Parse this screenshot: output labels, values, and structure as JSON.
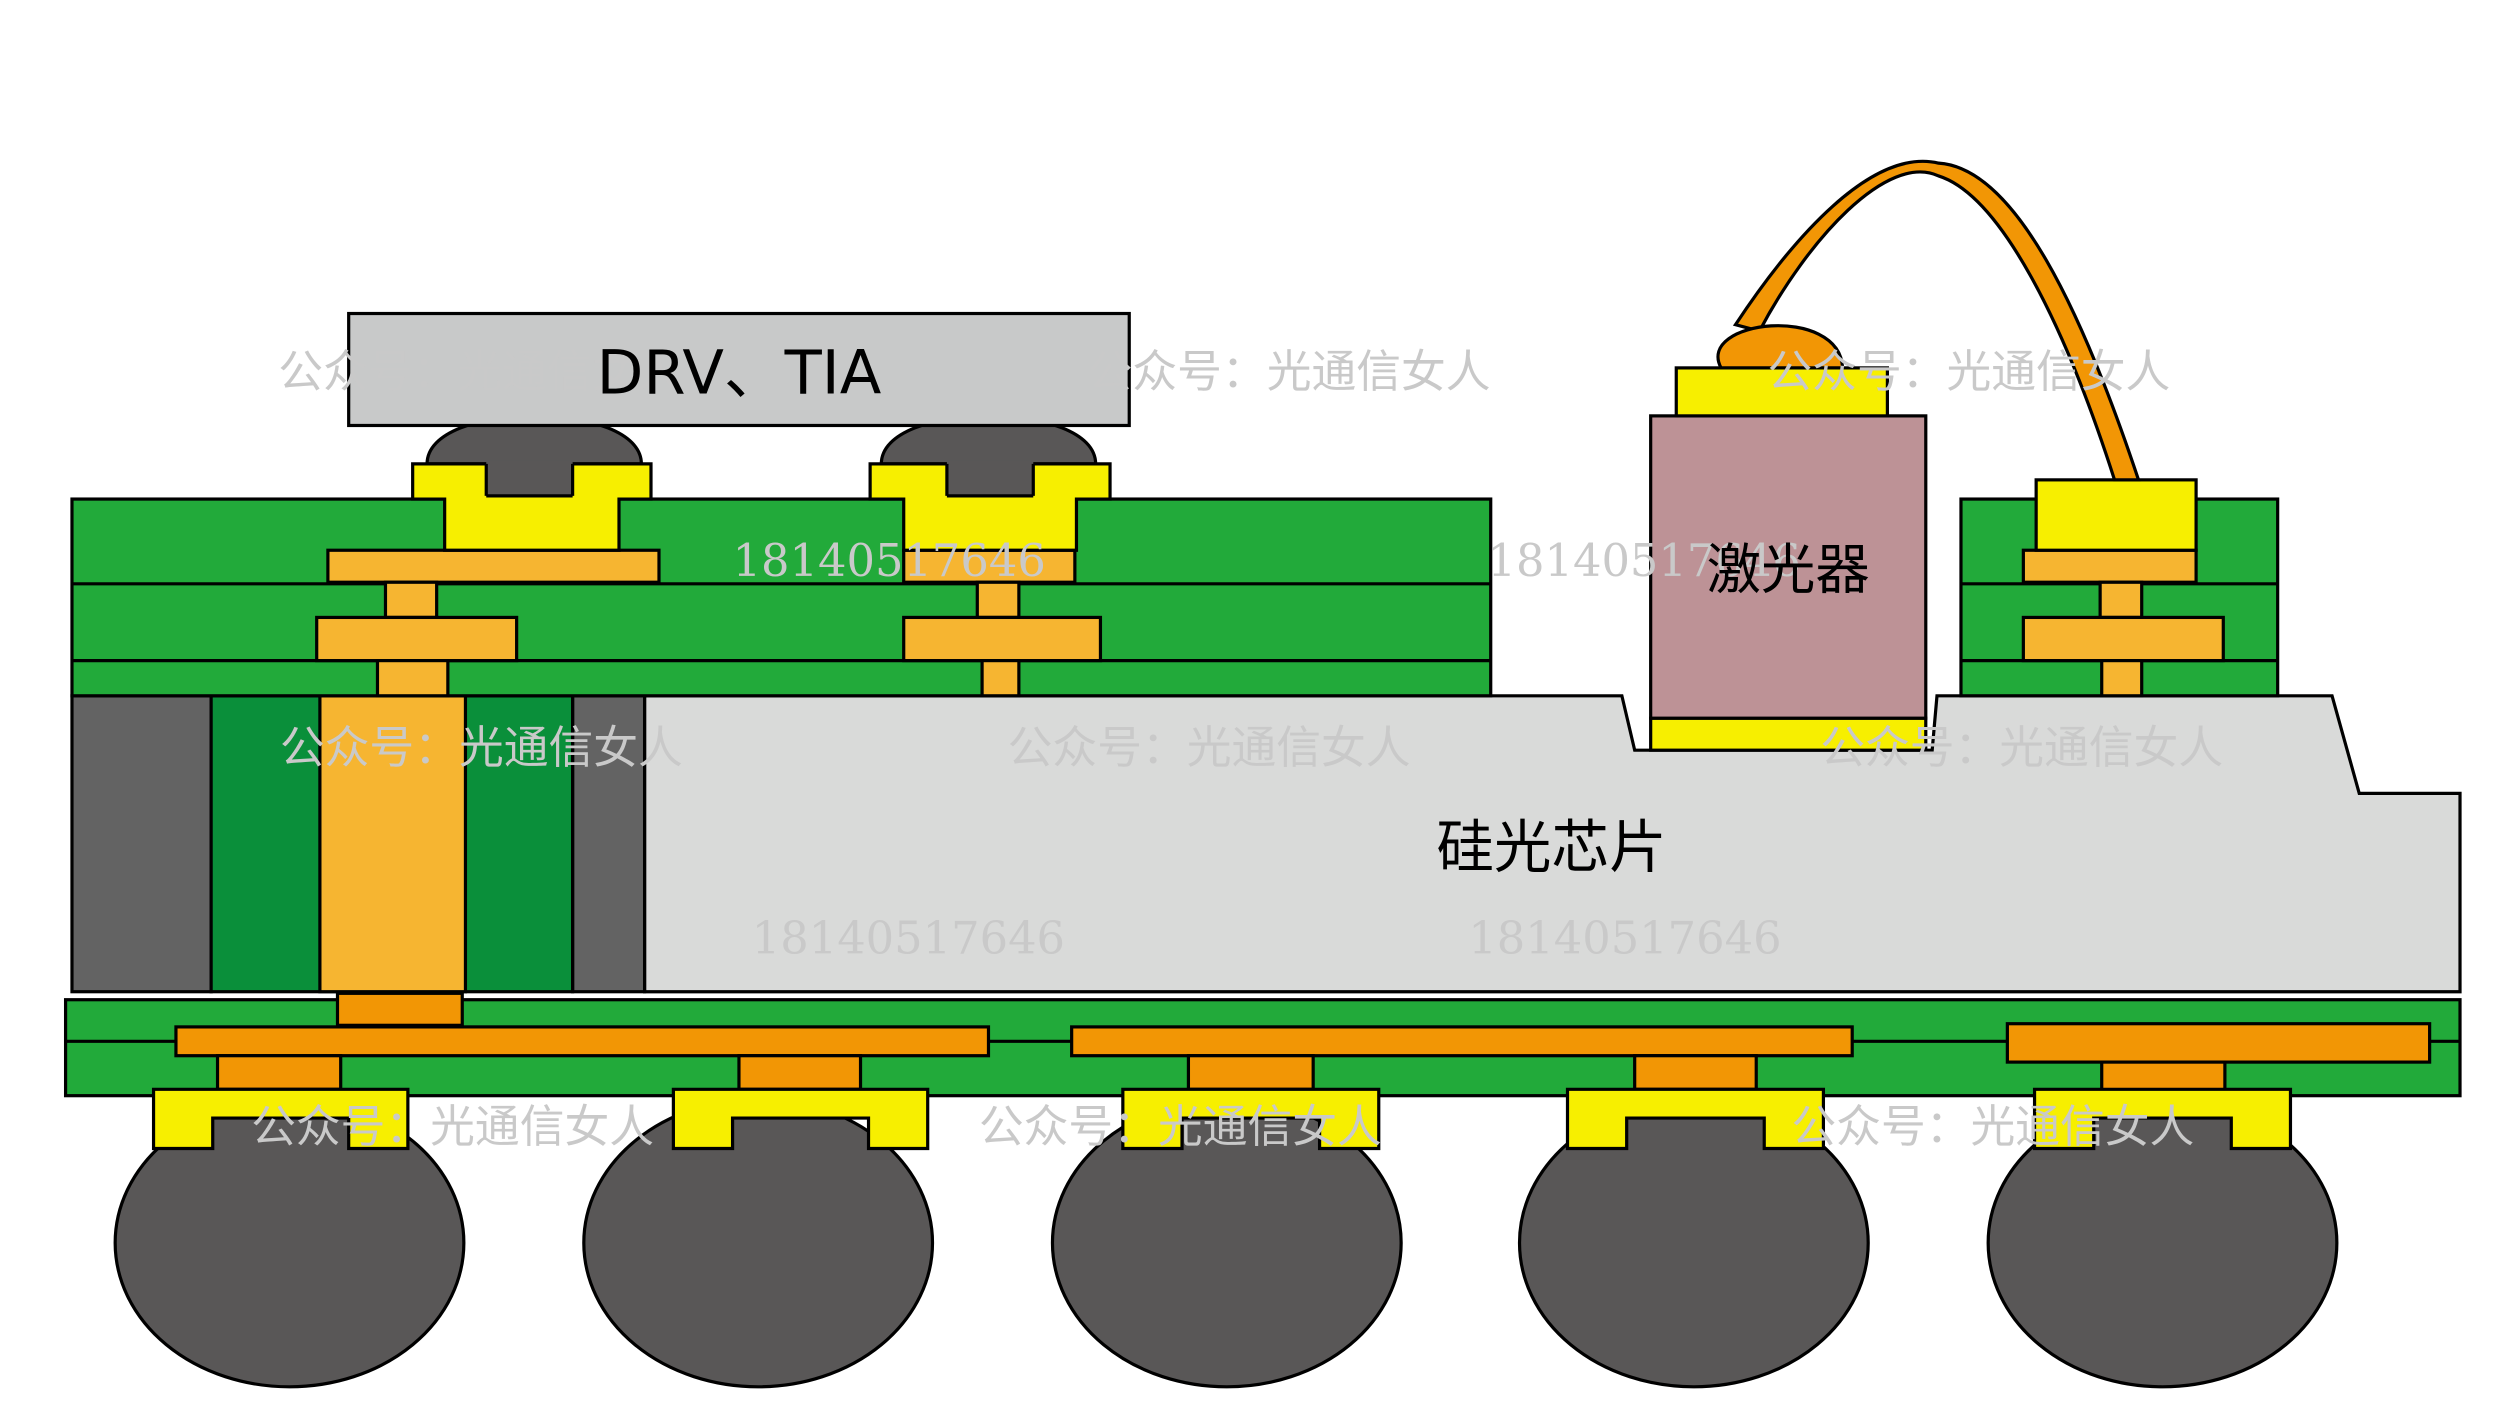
{
  "labels": {
    "drv_tia": "DRV、TIA",
    "laser": "激光器",
    "si_photonic_chip": "硅光芯片"
  },
  "watermarks": {
    "account": "公众号：光通信女人",
    "phone": "18140517646"
  },
  "colors": {
    "pcb_green": "#22aa3a",
    "via_green": "#0a8f3a",
    "copper_light": "#f6b531",
    "copper_dark": "#f29605",
    "pad_yellow": "#f7ef00",
    "solder_gray": "#595757",
    "mold_gray": "#636363",
    "silicon_gray": "#d9dad9",
    "driver_gray": "#c8c9c9",
    "laser_pink": "#bd9296"
  }
}
